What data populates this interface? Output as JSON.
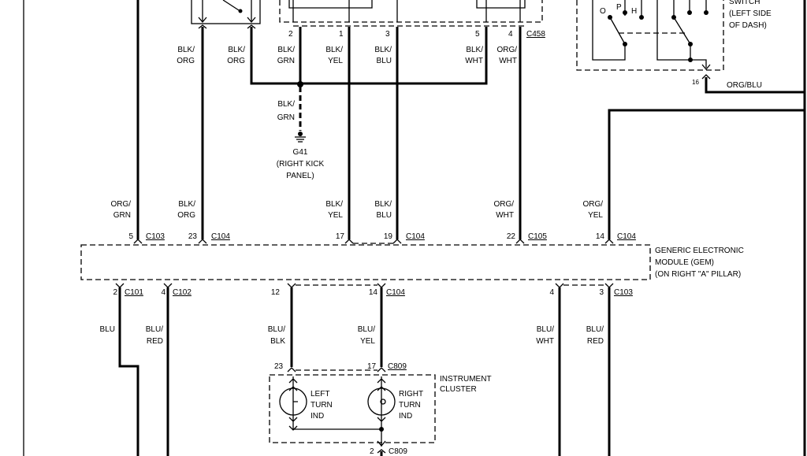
{
  "top_connector": {
    "id": "C458",
    "pins": [
      "2",
      "1",
      "3",
      "5",
      "4"
    ]
  },
  "wires_top": [
    {
      "l1": "BLK/",
      "l2": "ORG"
    },
    {
      "l1": "BLK/",
      "l2": "ORG"
    },
    {
      "l1": "BLK/",
      "l2": "GRN"
    },
    {
      "l1": "BLK/",
      "l2": "YEL"
    },
    {
      "l1": "BLK/",
      "l2": "BLU"
    },
    {
      "l1": "BLK/",
      "l2": "WHT"
    },
    {
      "l1": "ORG/",
      "l2": "WHT"
    }
  ],
  "ground": {
    "wire_l1": "BLK/",
    "wire_l2": "GRN",
    "id": "G41",
    "loc1": "(RIGHT KICK",
    "loc2": "PANEL)"
  },
  "switch": {
    "title": "SWITCH",
    "loc1": "(LEFT SIDE",
    "loc2": "OF DASH)",
    "pos_o": "O",
    "pos_p": "P",
    "pos_h": "H",
    "pin": "16",
    "wire": "ORG/BLU"
  },
  "gem_inputs": [
    {
      "l1": "ORG/",
      "l2": "GRN",
      "pin": "5",
      "conn": "C103"
    },
    {
      "l1": "BLK/",
      "l2": "ORG",
      "pin": "23",
      "conn": "C104"
    },
    {
      "l1": "BLK/",
      "l2": "YEL",
      "pin": "17",
      "conn": ""
    },
    {
      "l1": "BLK/",
      "l2": "BLU",
      "pin": "19",
      "conn": "C104"
    },
    {
      "l1": "ORG/",
      "l2": "WHT",
      "pin": "22",
      "conn": "C105"
    },
    {
      "l1": "ORG/",
      "l2": "YEL",
      "pin": "14",
      "conn": "C104"
    }
  ],
  "gem": {
    "l1": "GENERIC ELECTRONIC",
    "l2": "MODULE (GEM)",
    "l3": "(ON RIGHT \"A\" PILLAR)"
  },
  "gem_outputs": [
    {
      "pin": "2",
      "conn": "C101",
      "l1": "BLU",
      "l2": ""
    },
    {
      "pin": "4",
      "conn": "C102",
      "l1": "BLU/",
      "l2": "RED"
    },
    {
      "pin": "12",
      "conn": "",
      "l1": "BLU/",
      "l2": "BLK"
    },
    {
      "pin": "14",
      "conn": "C104",
      "l1": "BLU/",
      "l2": "YEL"
    },
    {
      "pin": "4",
      "conn": "",
      "l1": "BLU/",
      "l2": "WHT"
    },
    {
      "pin": "3",
      "conn": "C103",
      "l1": "BLU/",
      "l2": "RED"
    }
  ],
  "cluster": {
    "title1": "INSTRUMENT",
    "title2": "CLUSTER",
    "pin_left": "23",
    "pin_right": "17",
    "conn": "C809",
    "left_l1": "LEFT",
    "left_l2": "TURN",
    "left_l3": "IND",
    "right_l1": "RIGHT",
    "right_l2": "TURN",
    "right_l3": "IND",
    "bottom_pin": "2",
    "bottom_conn": "C809"
  }
}
